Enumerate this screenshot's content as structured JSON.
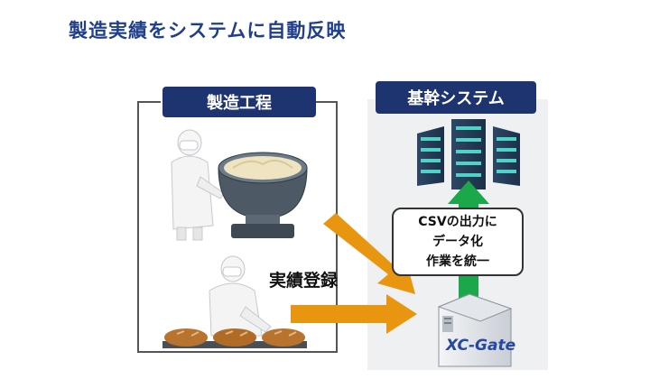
{
  "headline": "製造実績をシステムに自動反映",
  "left_panel": {
    "label": "製造工程"
  },
  "right_panel": {
    "label": "基幹システム"
  },
  "callout": {
    "lines": [
      "CSVの出力に",
      "データ化",
      "作業を統一"
    ]
  },
  "record_label": "実績登録",
  "server_logo": "XC-Gate",
  "colors": {
    "navy": "#1e3470",
    "orange": "#e8960f",
    "green": "#1aa84a",
    "headline": "#1f3f8a"
  }
}
